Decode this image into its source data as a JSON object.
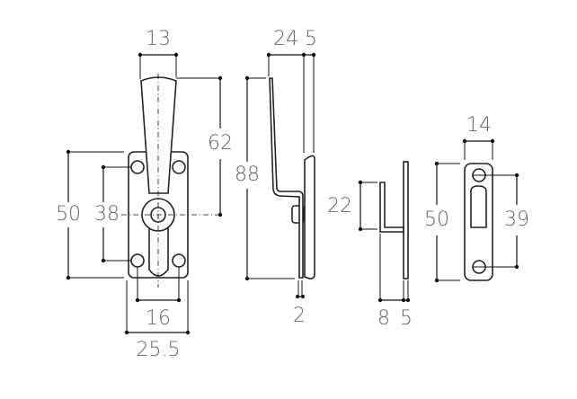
{
  "front_view": {
    "handle_width": "13",
    "handle_height": "62",
    "plate_height": "50",
    "hole_pitch_vertical": "38",
    "hole_pitch_horizontal": "16",
    "plate_width": "25.5"
  },
  "side_view": {
    "handle_offset": "24",
    "plate_thickness": "5",
    "overall_height": "88",
    "lever_thickness": "2"
  },
  "keeper_side_view": {
    "hook_height": "22",
    "hook_depth": "8",
    "thickness": "5"
  },
  "keeper_front_view": {
    "width": "14",
    "height": "50",
    "hole_pitch": "39"
  }
}
